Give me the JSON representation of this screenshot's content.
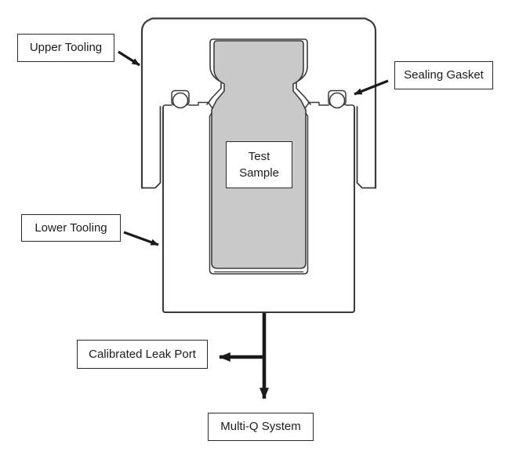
{
  "diagram": {
    "type": "technical-illustration",
    "subject": "vial leak-test fixture cross-section",
    "labels": {
      "upper_tooling": "Upper Tooling",
      "sealing_gasket": "Sealing Gasket",
      "test_sample_line1": "Test",
      "test_sample_line2": "Sample",
      "lower_tooling": "Lower Tooling",
      "calibrated_leak_port": "Calibrated Leak Port",
      "multi_q_system": "Multi-Q System"
    },
    "colors": {
      "background": "#ffffff",
      "outline": "#3a3a3a",
      "sample_fill": "#c9c9c9",
      "sample_outline": "#3d3d3d",
      "arrow": "#1a1a1a",
      "label_border": "#2a2a2a",
      "label_text": "#1c1c1c"
    }
  }
}
